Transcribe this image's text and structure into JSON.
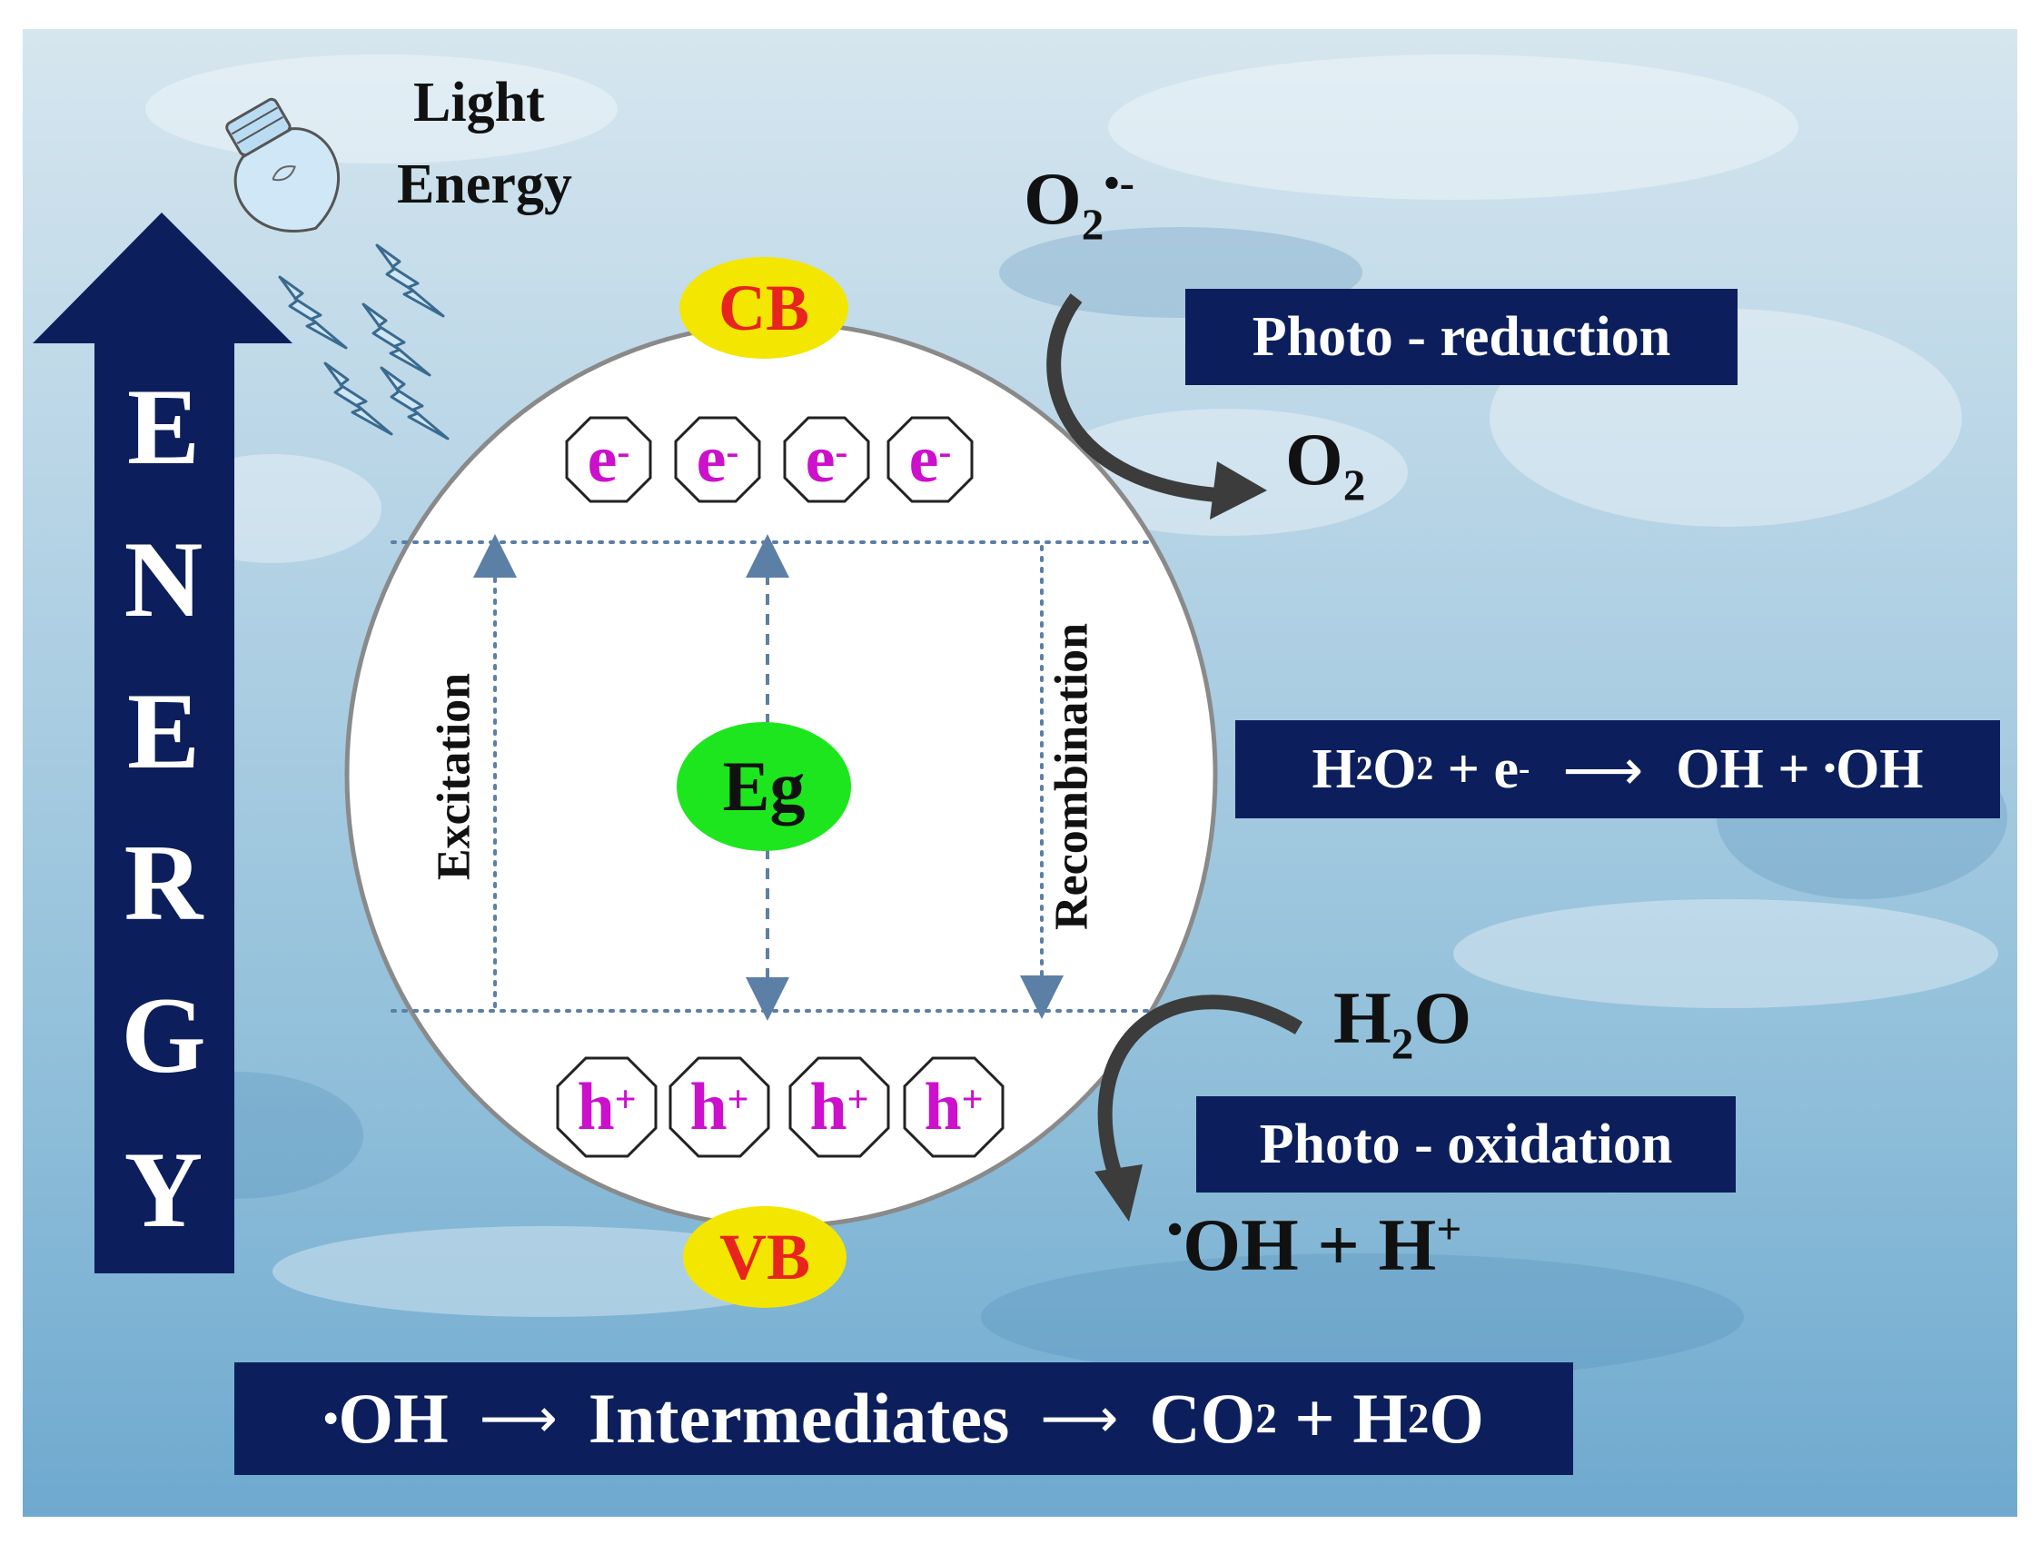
{
  "title": "",
  "colors": {
    "background_water": "#9fc8e0",
    "navy": "#0c1f5c",
    "band_label_fill": "#f3e600",
    "band_label_text": "#e8241e",
    "eg_fill": "#1ee61e",
    "carrier_text": "#cc10cc"
  },
  "icons": [
    "light-bulb-icon",
    "lightning-bolt-icon"
  ],
  "light": {
    "line1": "Light",
    "line2": "Energy"
  },
  "energy_axis": {
    "letters": [
      "E",
      "N",
      "E",
      "R",
      "G",
      "Y"
    ]
  },
  "bands": {
    "cb": "CB",
    "vb": "VB",
    "eg": "Eg"
  },
  "carriers": {
    "electron": {
      "base": "e",
      "sup": "-"
    },
    "hole": {
      "base": "h",
      "sup": "+"
    }
  },
  "processes": {
    "excitation": "Excitation",
    "recombination": "Recombination"
  },
  "reduction": {
    "product_base": "O",
    "product_sub": "2",
    "product_sup": "•-",
    "reactant_base": "O",
    "reactant_sub": "2",
    "box_label": "Photo - reduction"
  },
  "h2o2_reaction": {
    "h": "H",
    "sub1": "2",
    "o": "O",
    "sub2": "2",
    "plus_e": " + e",
    "e_sup": "-",
    "arrow": "⟶",
    "products": "OH + ",
    "dot": "•",
    "radical": "OH"
  },
  "oxidation": {
    "reactant_h": "H",
    "reactant_sub": "2",
    "reactant_o": "O",
    "box_label": "Photo - oxidation",
    "dot": "•",
    "product": "OH + H",
    "product_sup": "+"
  },
  "mineralization": {
    "dot": "•",
    "radical": "OH",
    "arrow1": "⟶",
    "intermediates": "Intermediates",
    "arrow2": "⟶",
    "co": "CO",
    "co_sub": "2",
    "plus_h": " + H",
    "h_sub": "2",
    "o": "O"
  }
}
